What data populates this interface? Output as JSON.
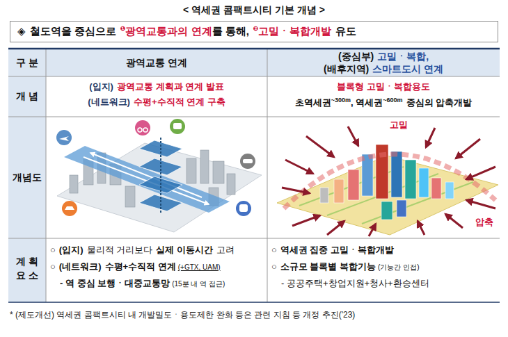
{
  "diagram": {
    "title": "< 역세권 콤팩트시티 기본 개념 >",
    "caption": "* (제도개선) 역세권 콤팩트시티 내 개발밀도ㆍ용도제한 완화 등은 관련 지침 등 개정 추진('23)",
    "nodes": [
      {
        "text": [
          "◈",
          "철도역을 중심으로",
          "❶",
          "광역교통과의 연계",
          "를 통해,",
          "❷",
          "고밀ㆍ복합개발",
          "유도"
        ]
      }
    ],
    "labels": [
      "구 분",
      "광역교통 연계",
      "(중심부)",
      "고밀ㆍ복합,",
      "(배후지역)",
      "스마트도시 연계",
      "개 념",
      "(입지)",
      "광역교통 계획과 연계 발표",
      "(네트워크)",
      "수평+수직적 연계 구축",
      "블록형 고밀ㆍ복합용도",
      "초역세권",
      "~300m",
      ", 역세권",
      "~600m",
      "중심의 압축개발",
      "개념도",
      "고밀",
      "압축",
      "계 획 요 소",
      "○",
      "(입지)",
      "물리적 거리보다",
      "실제 이동시간",
      "고려",
      "○",
      "(네트워크)",
      "수평+수직적 연계",
      "(+GTX, UAM)",
      "- 역 중심 보행ㆍ대중교통망",
      "(15분 내 역 접근)",
      "○",
      "역세권 집중 고밀ㆍ복합개발",
      "○",
      "소규모 블록별 복합기능",
      "(기능간 인접)",
      "- 공공주택+창업지원+청사+환승센터"
    ]
  }
}
